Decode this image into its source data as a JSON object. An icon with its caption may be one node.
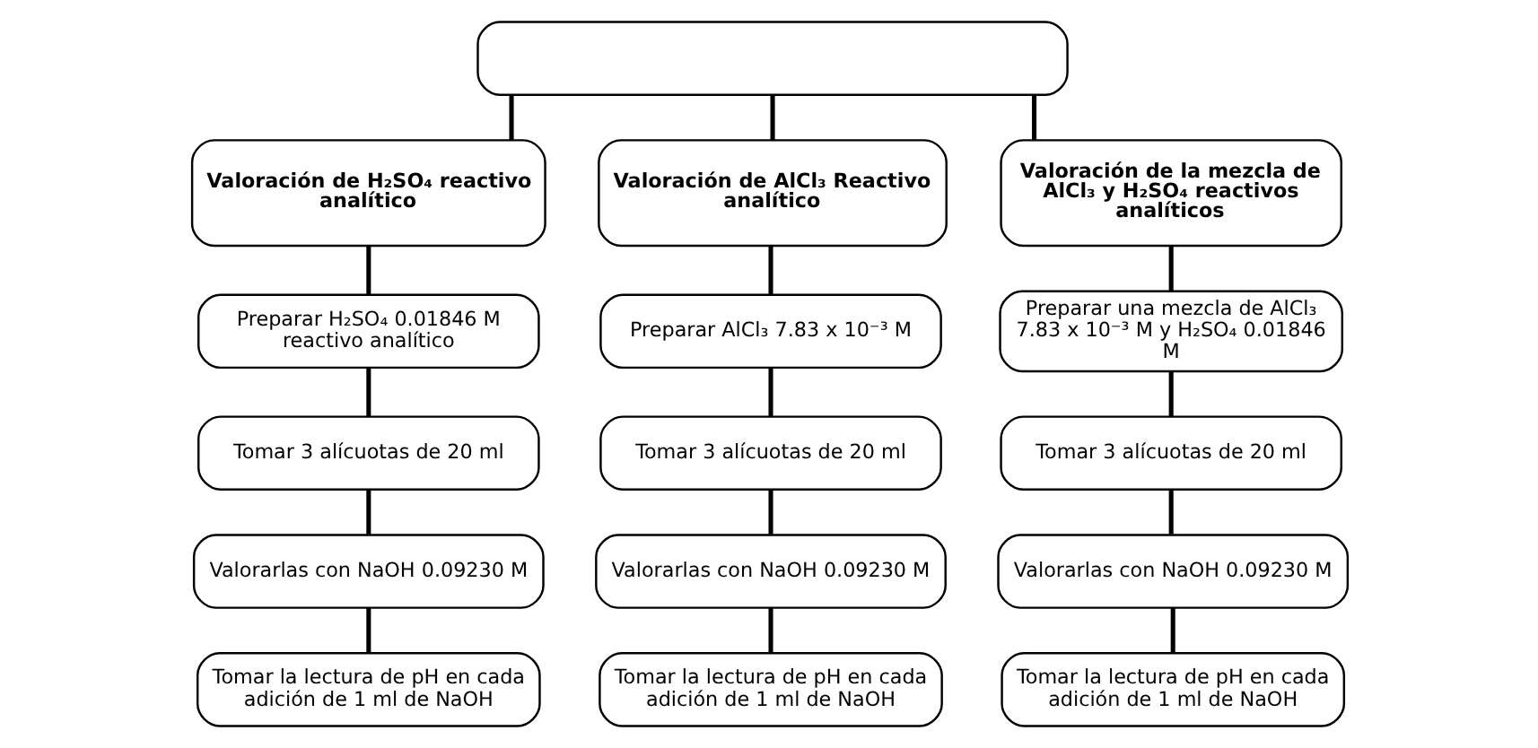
{
  "diagram": {
    "nodes": [
      {
        "text": [],
        "shape": "box"
      },
      {
        "text": [
          "Valoración de H₂SO₄ reactivo analítico"
        ]
      },
      {
        "text": [
          "Valoración de AlCl₃ Reactivo analítico"
        ]
      },
      {
        "text": [
          "Valoración de la mezcla de AlCl₃ y H₂SO₄ reactivos analíticos"
        ]
      },
      {
        "text": [
          "Preparar H₂SO₄ 0.01846 M reactivo analítico"
        ]
      },
      {
        "text": [
          "Preparar AlCl₃ 7.83 x 10⁻³ M"
        ]
      },
      {
        "text": [
          "Preparar una mezcla de AlCl₃ 7.83 x 10⁻³ M y H₂SO₄ 0.01846 M"
        ]
      },
      {
        "text": [
          "Tomar 3 alícuotas de 20 ml"
        ]
      },
      {
        "text": [
          "Tomar 3 alícuotas de 20 ml"
        ]
      },
      {
        "text": [
          "Tomar 3 alícuotas de 20 ml"
        ]
      },
      {
        "text": [
          "Valorarlas con NaOH 0.09230 M"
        ]
      },
      {
        "text": [
          "Valorarlas con NaOH 0.09230 M"
        ]
      },
      {
        "text": [
          "Valorarlas con NaOH 0.09230 M"
        ]
      },
      {
        "text": [
          "Tomar la lectura de pH en cada adición de 1 ml de NaOH"
        ]
      },
      {
        "text": [
          "Tomar la lectura de pH en cada adición de 1 ml de NaOH"
        ]
      },
      {
        "text": [
          "Tomar la lectura de pH en cada adición de 1 ml de NaOH"
        ]
      }
    ],
    "edges": [
      {
        "from": 0,
        "to": 1,
        "arrow": "none"
      },
      {
        "from": 0,
        "to": 2,
        "arrow": "none"
      },
      {
        "from": 0,
        "to": 3,
        "arrow": "none"
      },
      {
        "from": 1,
        "to": 4,
        "arrow": "none"
      },
      {
        "from": 2,
        "to": 5,
        "arrow": "none"
      },
      {
        "from": 3,
        "to": 6,
        "arrow": "none"
      },
      {
        "from": 4,
        "to": 7,
        "arrow": "none"
      },
      {
        "from": 5,
        "to": 8,
        "arrow": "none"
      },
      {
        "from": 6,
        "to": 9,
        "arrow": "none"
      },
      {
        "from": 7,
        "to": 10,
        "arrow": "none"
      },
      {
        "from": 8,
        "to": 11,
        "arrow": "none"
      },
      {
        "from": 9,
        "to": 12,
        "arrow": "none"
      },
      {
        "from": 10,
        "to": 13,
        "arrow": "none"
      },
      {
        "from": 11,
        "to": 14,
        "arrow": "none"
      },
      {
        "from": 12,
        "to": 15,
        "arrow": "none"
      }
    ]
  }
}
